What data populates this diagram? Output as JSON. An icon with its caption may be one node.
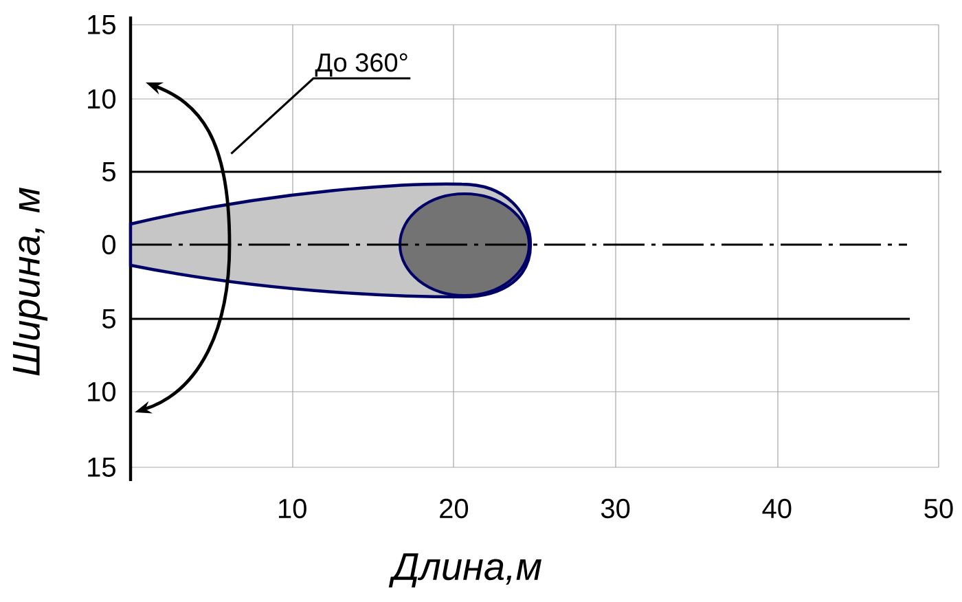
{
  "diagram": {
    "nodes": [
      {
        "text": [
          "До 360°"
        ]
      },
      {
        "text": [],
        "shape": "arrow"
      }
    ],
    "edges": [
      {
        "from": 0,
        "to": 1,
        "arrow": "none"
      }
    ],
    "labels": [
      "15",
      "10",
      "Ширина, м",
      "5",
      "0",
      "5",
      "10",
      "15",
      "10",
      "20",
      "30",
      "40",
      "50",
      "Длина,м"
    ]
  }
}
